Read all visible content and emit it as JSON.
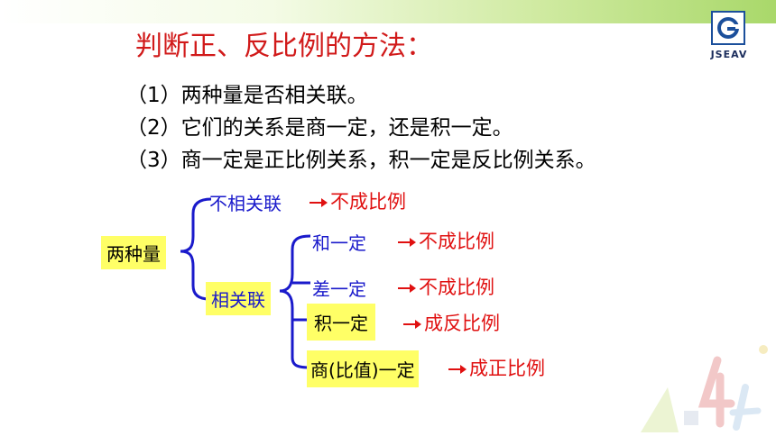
{
  "logo": {
    "icon": "jseav-logo-icon",
    "text": "JSEAV"
  },
  "title": "判断正、反比例的方法：",
  "rules": [
    "（1）两种量是否相关联。",
    "（2）它们的关系是商一定，还是积一定。",
    "（3）商一定是正比例关系，积一定是反比例关系。"
  ],
  "tree": {
    "root": "两种量",
    "branch_unrelated": "不相关联",
    "branch_related": "相关联",
    "sum_constant": "和一定",
    "difference_constant": "差一定",
    "product_constant": "积一定",
    "quotient_constant": "商(比值)一定"
  },
  "results": {
    "unrelated": "不成比例",
    "sum": "不成比例",
    "difference": "不成比例",
    "product": "成反比例",
    "quotient": "成正比例"
  },
  "colors": {
    "title": "#d11a1a",
    "branch": "#1a1acb",
    "result": "#e01010",
    "highlight": "#ffff66"
  }
}
